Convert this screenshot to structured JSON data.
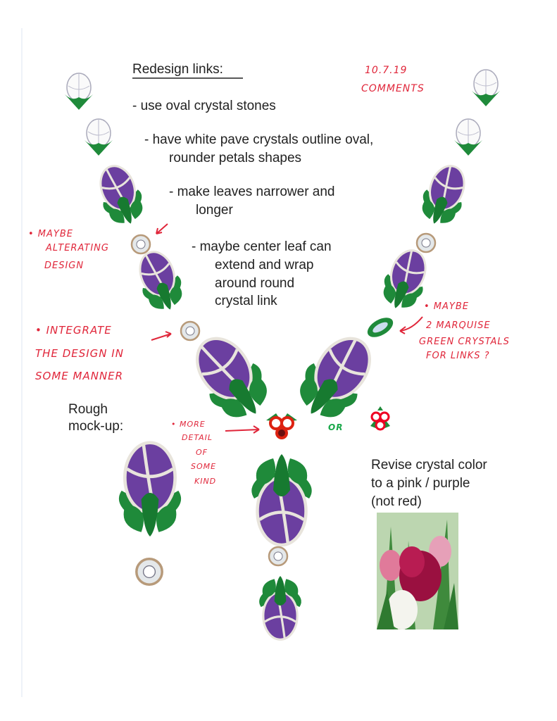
{
  "notes": {
    "heading": "Redesign links:",
    "bullets": [
      "- use oval crystal stones",
      "- have white pave crystals outline oval,",
      "rounder petals shapes",
      "- make leaves narrower and",
      "longer",
      "- maybe center leaf can",
      "extend and wrap",
      "around round",
      "crystal link"
    ],
    "mockup_label": [
      "Rough",
      "mock-up:"
    ],
    "color_note": [
      "Revise crystal color",
      "to a pink / purple",
      "(not red)"
    ]
  },
  "comments": {
    "date": "10.7.19",
    "title": "COMMENTS",
    "alternating": [
      "• MAYBE",
      "ALTERATING",
      "DESIGN"
    ],
    "integrate": [
      "• INTEGRATE",
      "THE DESIGN IN",
      "SOME MANNER"
    ],
    "marquise": [
      "• MAYBE",
      "2 MARQUISE",
      "GREEN CRYSTALS",
      "FOR LINKS ?"
    ],
    "detail": [
      "• MORE",
      "DETAIL",
      "OF",
      "SOME",
      "KIND"
    ],
    "or": "OR"
  },
  "colors": {
    "ink": "#e0263a",
    "purple": "#6b3fa0",
    "leaf": "#1f8a3a",
    "or_green": "#1aa84a"
  }
}
